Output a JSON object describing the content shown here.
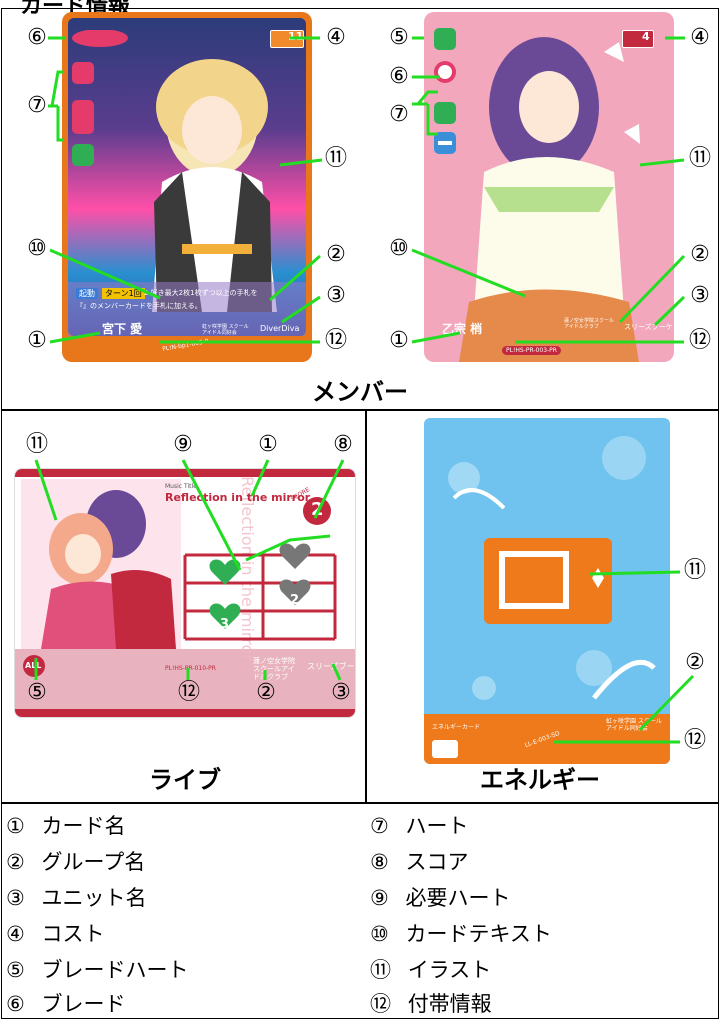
{
  "header_partial": "カード情報",
  "sections": {
    "member": "メンバー",
    "live": "ライブ",
    "energy": "エネルギー"
  },
  "markers": [
    "①",
    "②",
    "③",
    "④",
    "⑤",
    "⑥",
    "⑦",
    "⑧",
    "⑨",
    "⑩",
    "⑪",
    "⑫"
  ],
  "member_card_1": {
    "name": "宮下 愛",
    "cost": "11",
    "text_tag1": "起動",
    "text_tag2": "ターン1回",
    "text_line1": "2 好き最大2枚1枚ずつ以上の手札を",
    "text_line2": "『』のメンバーカードを手札に加える。",
    "group": "虹ヶ咲学園 スクールアイドル同好会",
    "unit": "DiverDiva",
    "code": "PL!N-bp1-005-P"
  },
  "member_card_2": {
    "name": "乙宗 梢",
    "cost": "4",
    "group": "蓮ノ空女学院スクールアイドルクラブ",
    "unit": "スリーズブーケ",
    "code": "PL!HS-PR-003-PR"
  },
  "live_card": {
    "music_label": "Music Title",
    "title": "Reflection in the mirror",
    "score_label": "SCORE",
    "score": "2",
    "heart_need_1": "3",
    "heart_need_2": "2",
    "blade_heart": "ALL",
    "group": "蓮ノ空女学院スクールアイドルクラブ",
    "unit": "スリーズブーケ",
    "code": "PL!HS-PR-010-PR",
    "side_text": "Reflection in the mirror"
  },
  "energy_card": {
    "label": "エネルギーカード",
    "group": "虹ヶ咲学園 スクールアイドル同好会",
    "code": "LL-E-003-SD"
  },
  "legend": [
    {
      "marker": "①",
      "label": "カード名"
    },
    {
      "marker": "②",
      "label": "グループ名"
    },
    {
      "marker": "③",
      "label": "ユニット名"
    },
    {
      "marker": "④",
      "label": "コスト"
    },
    {
      "marker": "⑤",
      "label": "ブレードハート"
    },
    {
      "marker": "⑥",
      "label": "ブレード"
    },
    {
      "marker": "⑦",
      "label": "ハート"
    },
    {
      "marker": "⑧",
      "label": "スコア"
    },
    {
      "marker": "⑨",
      "label": "必要ハート"
    },
    {
      "marker": "⑩",
      "label": "カードテキスト"
    },
    {
      "marker": "⑪",
      "label": "イラスト"
    },
    {
      "marker": "⑫",
      "label": "付帯情報"
    }
  ],
  "colors": {
    "accent_line": "#22dd22",
    "member1_frame": "#e8761b",
    "member2_bg": "#f3a7bd",
    "live_band": "#c2283e",
    "energy_sky": "#6fc3ee",
    "energy_orange": "#ee7a1b"
  }
}
